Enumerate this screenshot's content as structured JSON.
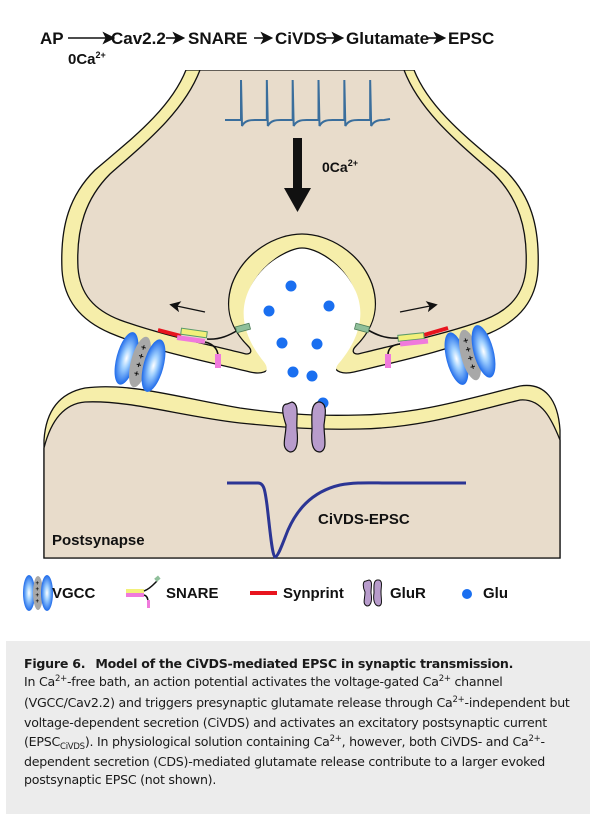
{
  "pathway": {
    "steps": [
      "AP",
      "Cav2.2",
      "SNARE",
      "CiVDS",
      "Glutamate",
      "EPSC"
    ],
    "first_arrow_condition": "0Ca",
    "first_arrow_condition_sup": "2+"
  },
  "presynapse": {
    "stimulus": "action-potential-train",
    "spike_count": 6,
    "arrow_label": "0Ca",
    "arrow_label_sup": "2+"
  },
  "postsynapse": {
    "label": "Postsynapse",
    "trace_label": "CiVDS-EPSC"
  },
  "colors": {
    "cytoplasm": "#e8dccb",
    "membrane": "#f6eeaa",
    "glutamate": "#1a6ff0",
    "vgcc_blue": "#1a6ff0",
    "synprint": "#e8141e",
    "glur": "#b89ccc",
    "snare_pink": "#f07adc",
    "snare_yellow": "#f2f07a",
    "snare_green": "#8fbf9a",
    "ap_trace": "#3a6e9c",
    "epsc_trace": "#2b3594"
  },
  "legend": [
    {
      "icon": "vgcc-icon",
      "label": "VGCC"
    },
    {
      "icon": "snare-icon",
      "label": "SNARE"
    },
    {
      "icon": "synprint-icon",
      "label": "Synprint"
    },
    {
      "icon": "glur-icon",
      "label": "GluR"
    },
    {
      "icon": "glu-icon",
      "label": "Glu"
    }
  ],
  "caption": {
    "figure_number": "Figure 6.",
    "title": "Model of the CiVDS-mediated EPSC in synaptic transmission.",
    "parts": [
      {
        "t": "In Ca"
      },
      {
        "sup": "2+"
      },
      {
        "t": "-free bath, an action potential activates the voltage-gated Ca"
      },
      {
        "sup": "2+"
      },
      {
        "t": " channel (VGCC/Cav2.2) and triggers presynaptic glutamate release through Ca"
      },
      {
        "sup": "2+"
      },
      {
        "t": "-independent but voltage-dependent secretion (CiVDS) and activates an excitatory postsynaptic current (EPSC"
      },
      {
        "sub": "CiVDS"
      },
      {
        "t": "). In physiological solution containing Ca"
      },
      {
        "sup": "2+"
      },
      {
        "t": ", however, both CiVDS- and Ca"
      },
      {
        "sup": "2+"
      },
      {
        "t": "-dependent secretion (CDS)-mediated glutamate release contribute to a larger evoked postsynaptic EPSC (not shown)."
      }
    ]
  }
}
